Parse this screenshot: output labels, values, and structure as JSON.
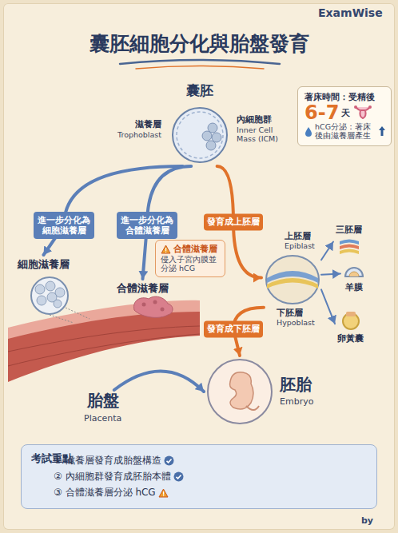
{
  "diagram": {
    "title": "囊胚細胞分化與胎盤發育",
    "nodes": [
      {
        "text": [
          "囊胚",
          "滋養層",
          "Trophoblast",
          "內細胞群",
          "Inner Cell Mass (ICM)"
        ]
      },
      {
        "text": [
          "著床時間：受精後",
          "6-7",
          "天",
          "hCG分泌：著床後由滋養層產生"
        ]
      },
      {
        "text": [
          "細胞滋養層"
        ]
      },
      {
        "text": [
          "合體滋養層",
          "侵入子宮內膜並分泌 hCG"
        ]
      },
      {
        "text": [
          "合體滋養層"
        ]
      },
      {
        "text": [
          "上胚層",
          "Epiblast",
          "下胚層",
          "Hypoblast"
        ]
      },
      {
        "text": [
          "三胚層"
        ]
      },
      {
        "text": [
          "羊膜"
        ]
      },
      {
        "text": [
          "卵黃囊"
        ]
      },
      {
        "text": [
          "胎盤",
          "Placenta"
        ]
      },
      {
        "text": [
          "胚胎",
          "Embryo"
        ]
      },
      {
        "text": [
          "考試重點",
          "① 滋養層發育成胎盤構造",
          "② 內細胞群發育成胚胎本體",
          "③ 合體滋養層分泌 hCG"
        ]
      }
    ],
    "edges": [
      {
        "from": 0,
        "to": 2,
        "label": "進一步分化為細胞滋養層",
        "arrow": "to"
      },
      {
        "from": 0,
        "to": 4,
        "label": "進一步分化為合體滋養層",
        "arrow": "to"
      },
      {
        "from": 0,
        "to": 5,
        "label": "發育成上胚層",
        "arrow": "to"
      },
      {
        "from": 5,
        "to": 6,
        "arrow": "to"
      },
      {
        "from": 5,
        "to": 7,
        "arrow": "to"
      },
      {
        "from": 5,
        "to": 8,
        "arrow": "to"
      },
      {
        "from": 5,
        "to": 10,
        "label": "發育成下胚層",
        "arrow": "to"
      },
      {
        "from": 9,
        "to": 10,
        "arrow": "to"
      }
    ],
    "labels": [
      "ExamWise",
      "by"
    ]
  }
}
